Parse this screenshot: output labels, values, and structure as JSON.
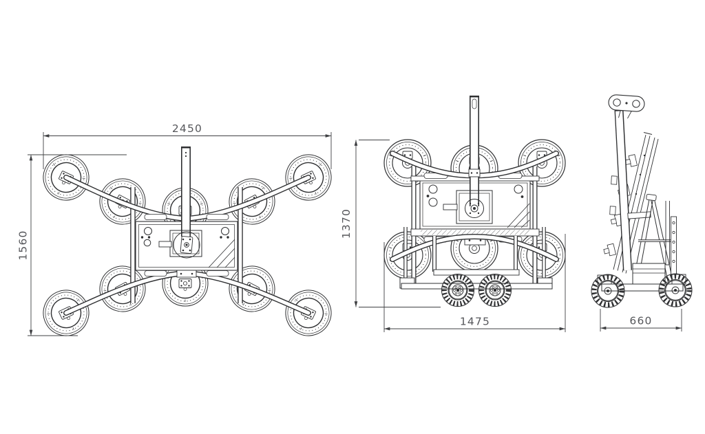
{
  "page": {
    "background_color": "#ffffff"
  },
  "drawing": {
    "line_color": "#2e2f31",
    "dimension_line_color": "#3f4043",
    "dimension_text_color": "#56575b",
    "views": {
      "plan": {
        "width_dim": "2450",
        "height_dim": "1560"
      },
      "front": {
        "height_dim": "1370",
        "width_dim": "1475"
      },
      "side": {
        "width_dim": "660"
      }
    }
  }
}
